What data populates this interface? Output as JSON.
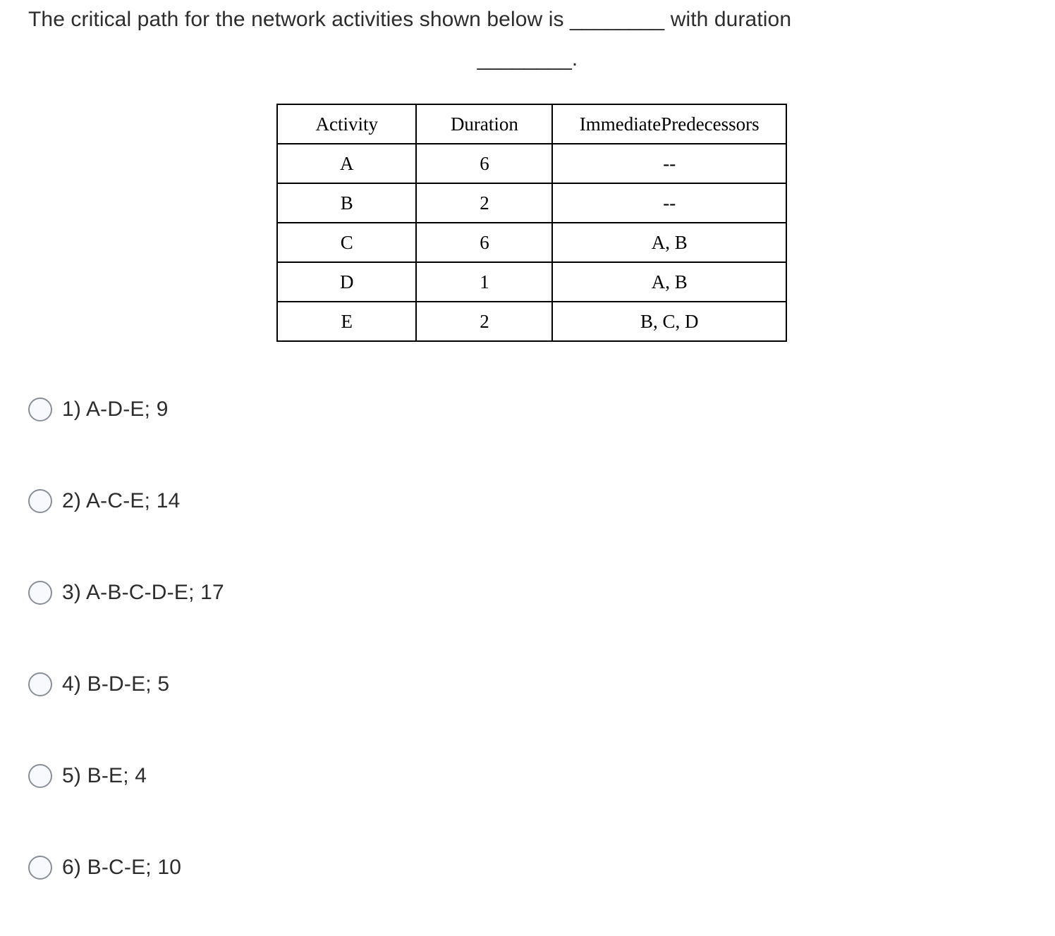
{
  "question": {
    "line1": "The critical path for the network activities shown below is ________ with duration",
    "line2": "________."
  },
  "table": {
    "headers": [
      "Activity",
      "Duration",
      "ImmediatePredecessors"
    ],
    "rows": [
      {
        "activity": "A",
        "duration": "6",
        "predecessors": "--"
      },
      {
        "activity": "B",
        "duration": "2",
        "predecessors": "--"
      },
      {
        "activity": "C",
        "duration": "6",
        "predecessors": "A, B"
      },
      {
        "activity": "D",
        "duration": "1",
        "predecessors": "A, B"
      },
      {
        "activity": "E",
        "duration": "2",
        "predecessors": "B, C, D"
      }
    ]
  },
  "options": [
    {
      "label": "1) A-D-E; 9"
    },
    {
      "label": "2) A-C-E; 14"
    },
    {
      "label": "3) A-B-C-D-E; 17"
    },
    {
      "label": "4) B-D-E; 5"
    },
    {
      "label": "5) B-E; 4"
    },
    {
      "label": "6) B-C-E; 10"
    }
  ],
  "colors": {
    "text": "#2d2d2d",
    "table_border": "#000000",
    "radio_border": "#8b8f96",
    "radio_fill": "#f7f9fd",
    "background": "#ffffff"
  }
}
